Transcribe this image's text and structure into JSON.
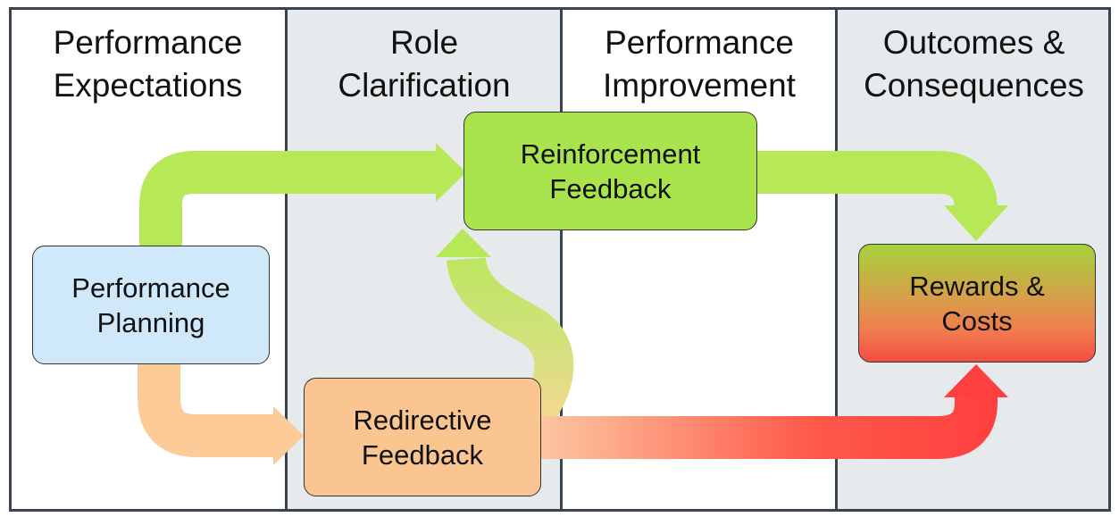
{
  "columns": [
    {
      "title": "Performance\nExpectations"
    },
    {
      "title": "Role\nClarification"
    },
    {
      "title": "Performance\nImprovement"
    },
    {
      "title": "Outcomes &\nConsequences"
    }
  ],
  "boxes": {
    "planning": "Performance\nPlanning",
    "reinforcement": "Reinforcement\nFeedback",
    "redirective": "Redirective\nFeedback",
    "rewards": "Rewards &\nCosts"
  },
  "colors": {
    "green": "#b6e857",
    "orange": "#fccb98",
    "red": "#ff4040",
    "planning_fill": "#cfe9fb",
    "reinforcement_fill": "#a9e44d",
    "redirective_fill": "#fbc592",
    "column_shade": "#e6eaec",
    "border": "#3a4450"
  }
}
